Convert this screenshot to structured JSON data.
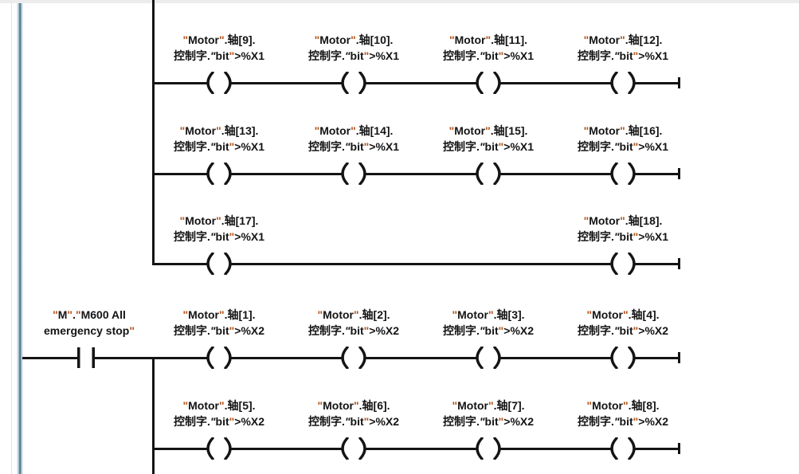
{
  "colors": {
    "wire": "#141414",
    "text": "#141414",
    "quote": "#b4571e",
    "bit": "#4a72aa",
    "rail": "#5b7d91",
    "topstrip": "#ececec"
  },
  "ladder": {
    "rows": [
      {
        "cells": [
          {
            "l1": "\"Motor\".轴[9].",
            "l2": "控制字.%X1"
          },
          {
            "l1": "\"Motor\".轴[10].",
            "l2": "控制字.%X1"
          },
          {
            "l1": "\"Motor\".轴[11].",
            "l2": "控制字.%X1"
          },
          {
            "l1": "\"Motor\".轴[12].",
            "l2": "控制字.%X1"
          }
        ]
      },
      {
        "cells": [
          {
            "l1": "\"Motor\".轴[13].",
            "l2": "控制字.%X1"
          },
          {
            "l1": "\"Motor\".轴[14].",
            "l2": "控制字.%X1"
          },
          {
            "l1": "\"Motor\".轴[15].",
            "l2": "控制字.%X1"
          },
          {
            "l1": "\"Motor\".轴[16].",
            "l2": "控制字.%X1"
          }
        ]
      },
      {
        "cells": [
          {
            "l1": "\"Motor\".轴[17].",
            "l2": "控制字.%X1"
          },
          {
            "l1": "\"Motor\".轴[18].",
            "l2": "控制字.%X1"
          }
        ]
      },
      {
        "cells": [
          {
            "l1": "\"Motor\".轴[1].",
            "l2": "控制字.%X2"
          },
          {
            "l1": "\"Motor\".轴[2].",
            "l2": "控制字.%X2"
          },
          {
            "l1": "\"Motor\".轴[3].",
            "l2": "控制字.%X2"
          },
          {
            "l1": "\"Motor\".轴[4].",
            "l2": "控制字.%X2"
          }
        ]
      },
      {
        "cells": [
          {
            "l1": "\"Motor\".轴[5].",
            "l2": "控制字.%X2"
          },
          {
            "l1": "\"Motor\".轴[6].",
            "l2": "控制字.%X2"
          },
          {
            "l1": "\"Motor\".轴[7].",
            "l2": "控制字.%X2"
          },
          {
            "l1": "\"Motor\".轴[8].",
            "l2": "控制字.%X2"
          }
        ]
      }
    ],
    "contact": {
      "l1": "\"M\".\"M600 All",
      "l2": "emergency stop\""
    }
  }
}
